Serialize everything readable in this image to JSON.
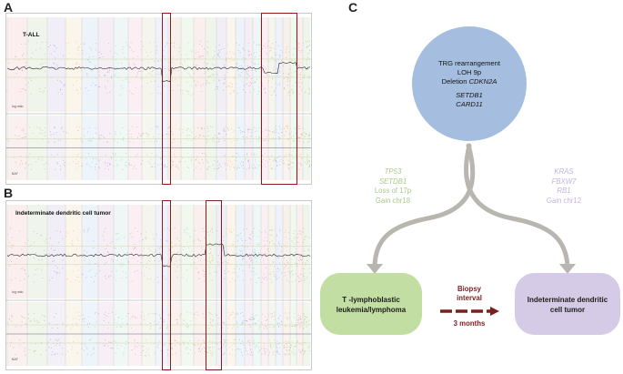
{
  "panels": {
    "a": {
      "letter": "A",
      "title": "T-ALL",
      "log_ratio_label": "log ratio",
      "baf_label": "BAF"
    },
    "b": {
      "letter": "B",
      "title": "Indeterminate dendritic cell tumor",
      "log_ratio_label": "log ratio",
      "baf_label": "BAF"
    },
    "c": {
      "letter": "C"
    }
  },
  "diagram": {
    "root": {
      "line1": "TRG rearrangement",
      "line2": "LOH 9p",
      "line3_prefix": "Deletion ",
      "line3_gene": "CDKN2A",
      "gene1": "SETDB1",
      "gene2": "CARD11",
      "fill": "#a5bedf"
    },
    "left_branch": {
      "gene1": "TP53",
      "gene2": "SETDB1",
      "event1": "Loss of 17p",
      "event2": "Gain chr18",
      "color": "#b8d49a"
    },
    "right_branch": {
      "gene1": "KRAS",
      "gene2": "FBXW7",
      "gene3": "RB1",
      "event1": "Gain chr12",
      "color": "#cbbcdf"
    },
    "left_node": {
      "line1": "T -lymphoblastic",
      "line2": "leukemia/lymphoma",
      "fill": "#c3dea3"
    },
    "right_node": {
      "line1": "Indeterminate dendritic",
      "line2": "cell tumor",
      "fill": "#d6cbe6"
    },
    "interval": {
      "line1": "Biopsy",
      "line2": "interval",
      "line3": "3 months",
      "color": "#7b1e1e"
    },
    "arrow_color": "#b9b5af"
  }
}
